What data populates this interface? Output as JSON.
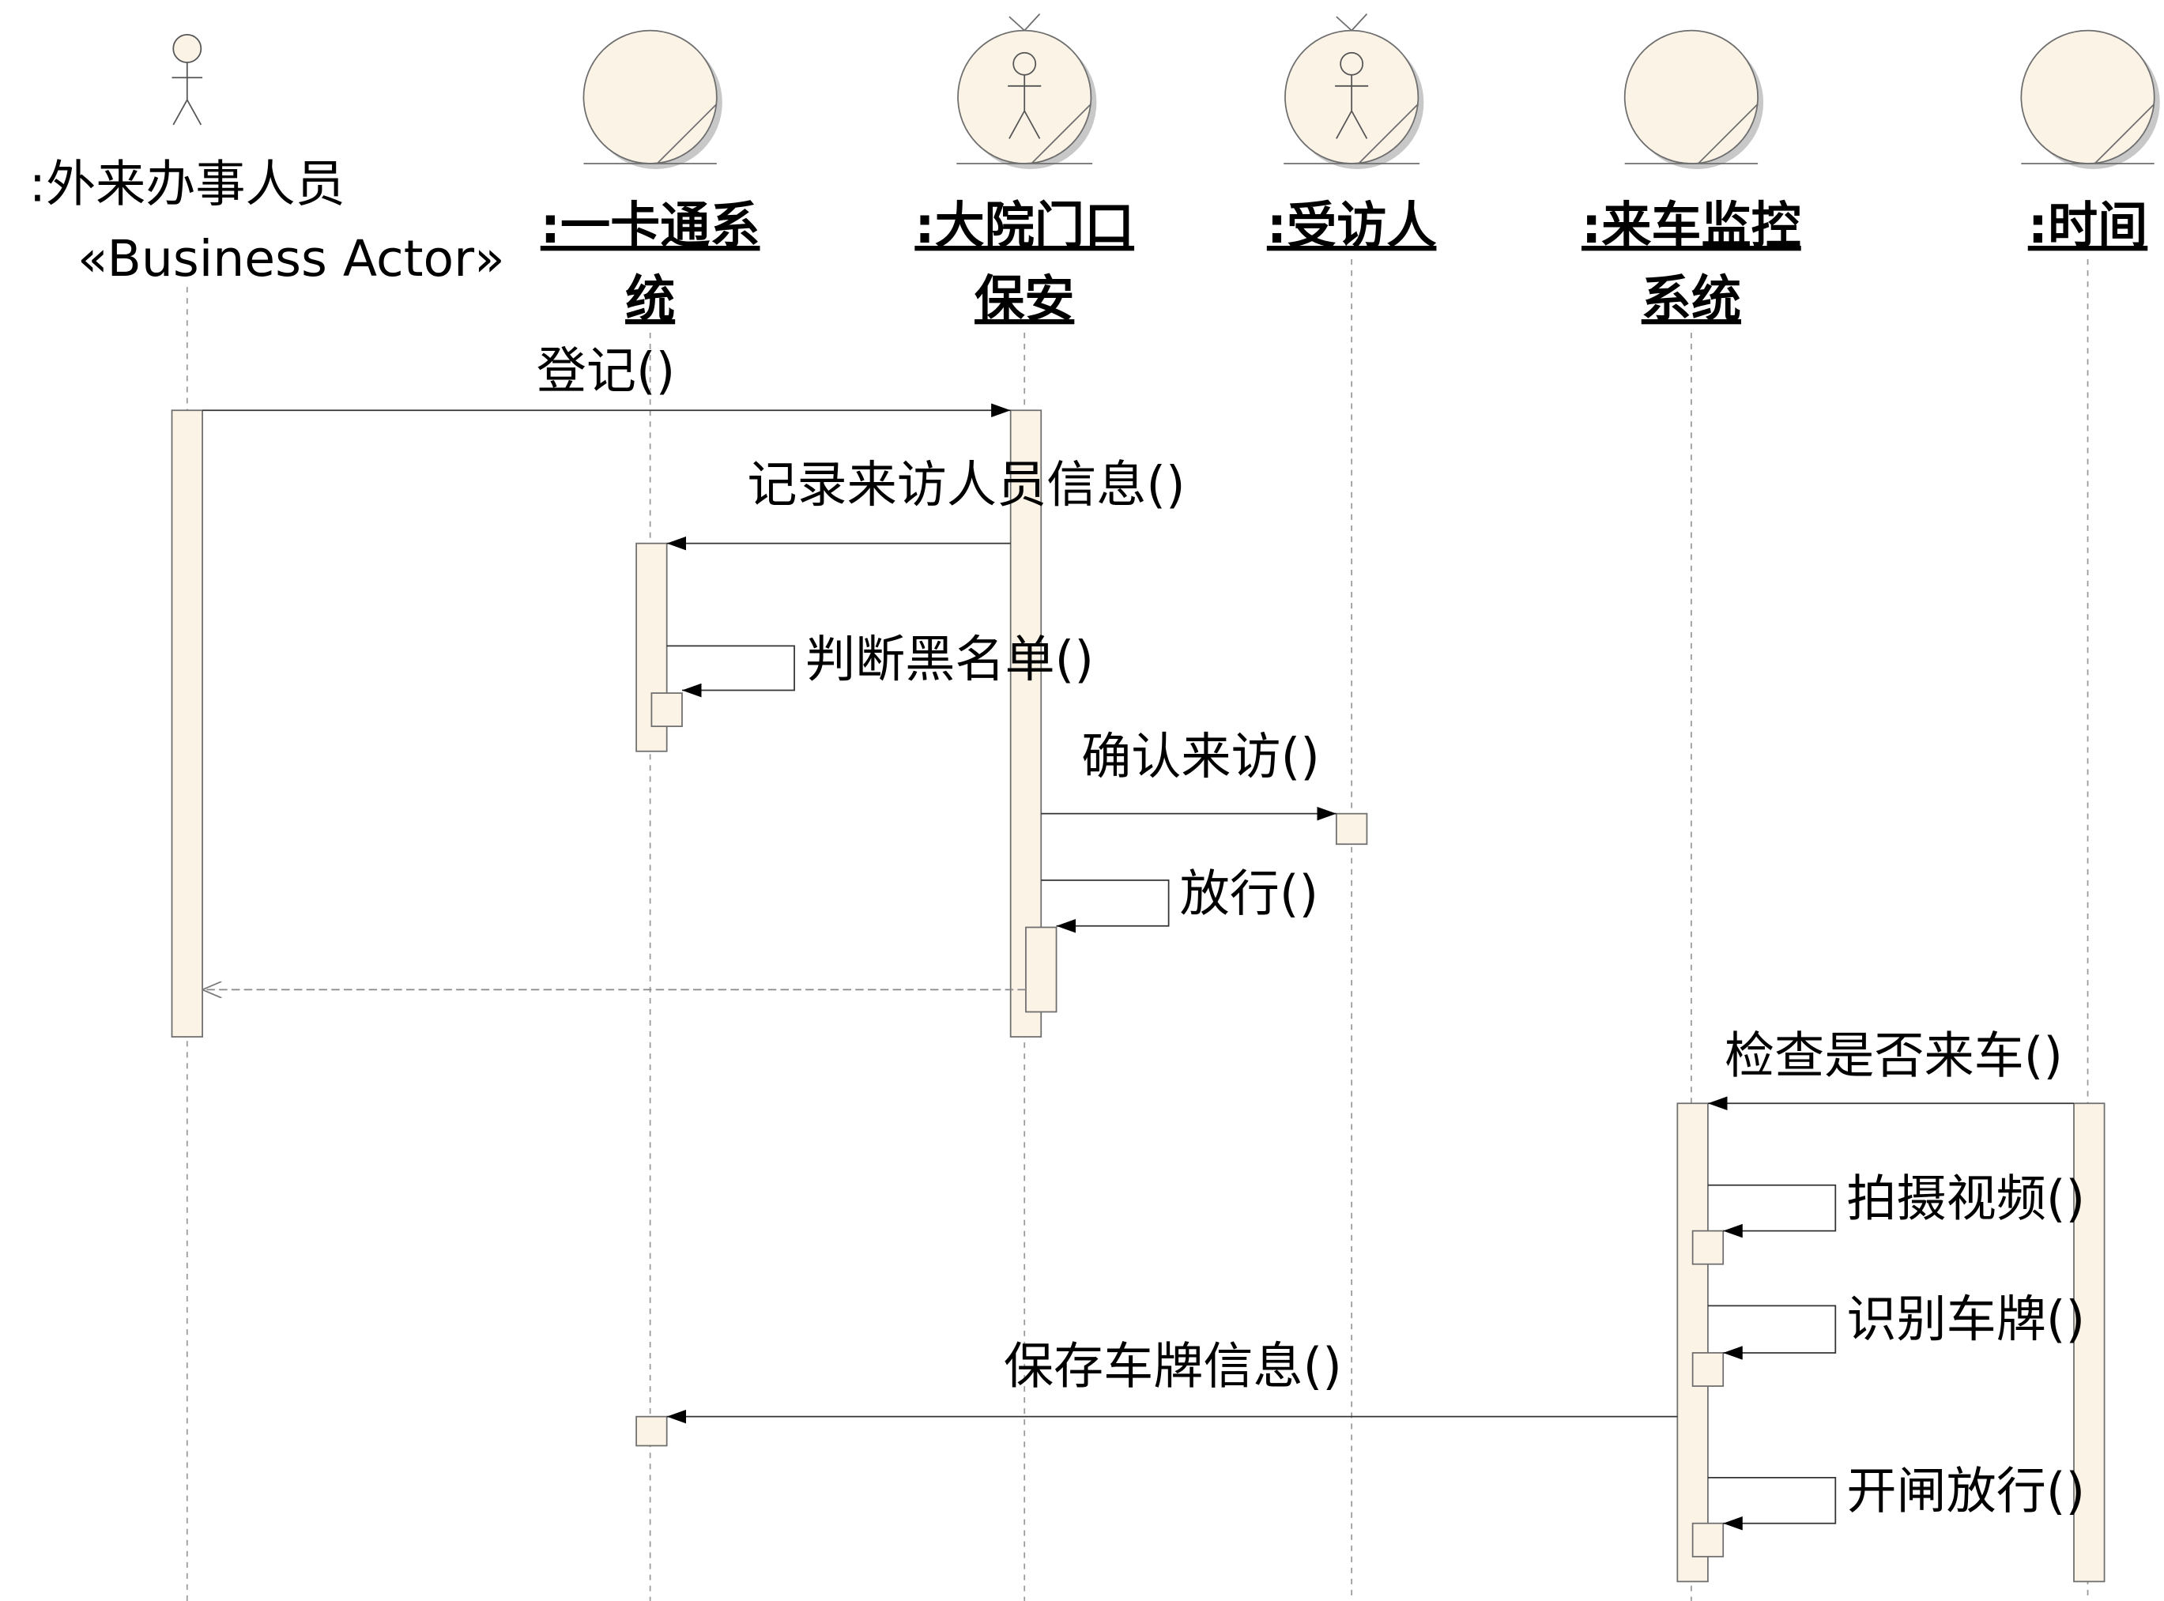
{
  "diagram": {
    "colors": {
      "fill": "#FBF3E6",
      "stroke": "#6E6E6E",
      "lifeline": "#9A9A9A",
      "text": "#000000",
      "shadow": "#C8C8C8"
    },
    "participants": [
      {
        "id": "visitor",
        "kind": "actor",
        "icon": "stick-figure-icon",
        "name": ":外来办事人员",
        "stereotype": "«Business Actor»"
      },
      {
        "id": "card",
        "kind": "entity",
        "icon": "business-entity-icon",
        "name_lines": [
          ":一卡通系",
          "统"
        ]
      },
      {
        "id": "guard",
        "kind": "worker",
        "icon": "business-worker-icon",
        "name_lines": [
          ":大院门口",
          "保安"
        ]
      },
      {
        "id": "host",
        "kind": "worker",
        "icon": "business-worker-icon",
        "name_lines": [
          ":受访人"
        ]
      },
      {
        "id": "monitor",
        "kind": "entity",
        "icon": "business-entity-icon",
        "name_lines": [
          ":来车监控",
          "系统"
        ]
      },
      {
        "id": "time",
        "kind": "entity",
        "icon": "business-entity-icon",
        "name_lines": [
          ":时间"
        ]
      }
    ],
    "messages": [
      {
        "id": "register",
        "from": "visitor",
        "to": "guard",
        "kind": "sync",
        "label": "登记()"
      },
      {
        "id": "record",
        "from": "guard",
        "to": "card",
        "kind": "sync",
        "label": "记录来访人员信息()"
      },
      {
        "id": "blacklist",
        "from": "card",
        "to": "card",
        "kind": "self",
        "label": "判断黑名单()"
      },
      {
        "id": "confirm",
        "from": "guard",
        "to": "host",
        "kind": "sync",
        "label": "确认来访()"
      },
      {
        "id": "release",
        "from": "guard",
        "to": "guard",
        "kind": "self",
        "label": "放行()"
      },
      {
        "id": "reply",
        "from": "guard",
        "to": "visitor",
        "kind": "return",
        "label": ""
      },
      {
        "id": "check",
        "from": "time",
        "to": "monitor",
        "kind": "sync",
        "label": "检查是否来车()"
      },
      {
        "id": "video",
        "from": "monitor",
        "to": "monitor",
        "kind": "self",
        "label": "拍摄视频()"
      },
      {
        "id": "plate",
        "from": "monitor",
        "to": "monitor",
        "kind": "self",
        "label": "识别车牌()"
      },
      {
        "id": "save",
        "from": "monitor",
        "to": "card",
        "kind": "sync",
        "label": "保存车牌信息()"
      },
      {
        "id": "gate",
        "from": "monitor",
        "to": "monitor",
        "kind": "self",
        "label": "开闸放行()"
      }
    ]
  }
}
